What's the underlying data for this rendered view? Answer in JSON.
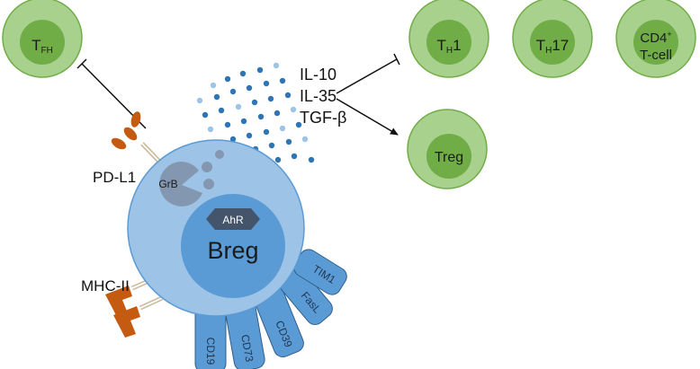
{
  "colors": {
    "tcell_outer": "#a9d18e",
    "tcell_inner": "#70ad47",
    "tcell_stroke": "#70ad47",
    "breg_outer": "#9dc3e6",
    "breg_inner": "#5b9bd5",
    "breg_stroke": "#5b9bd5",
    "marker_fill": "#5b9bd5",
    "marker_stroke": "#2e5f8a",
    "receptor": "#c55a11",
    "ahr_fill": "#44546a",
    "grb_fill": "#8497b0",
    "dot_dark": "#2e75b6",
    "dot_light": "#9dc3e6"
  },
  "cells": {
    "tfh": {
      "main": "T",
      "sub": "FH"
    },
    "th1": {
      "main": "T",
      "sub": "H",
      "suffix": "1"
    },
    "th17": {
      "main": "T",
      "sub": "H",
      "suffix": "17"
    },
    "cd4": {
      "line1": "CD4",
      "sup": "+",
      "line2": "T-cell"
    },
    "treg": {
      "label": "Treg"
    }
  },
  "breg": {
    "label": "Breg",
    "ahr": "AhR",
    "grb": "GrB",
    "markers": [
      "CD19",
      "CD73",
      "CD39",
      "FasL",
      "TIM1"
    ]
  },
  "receptors": {
    "pdl1": "PD-L1",
    "mhcii": "MHC-II"
  },
  "cytokines": [
    "IL-10",
    "IL-35",
    "TGF-β"
  ]
}
